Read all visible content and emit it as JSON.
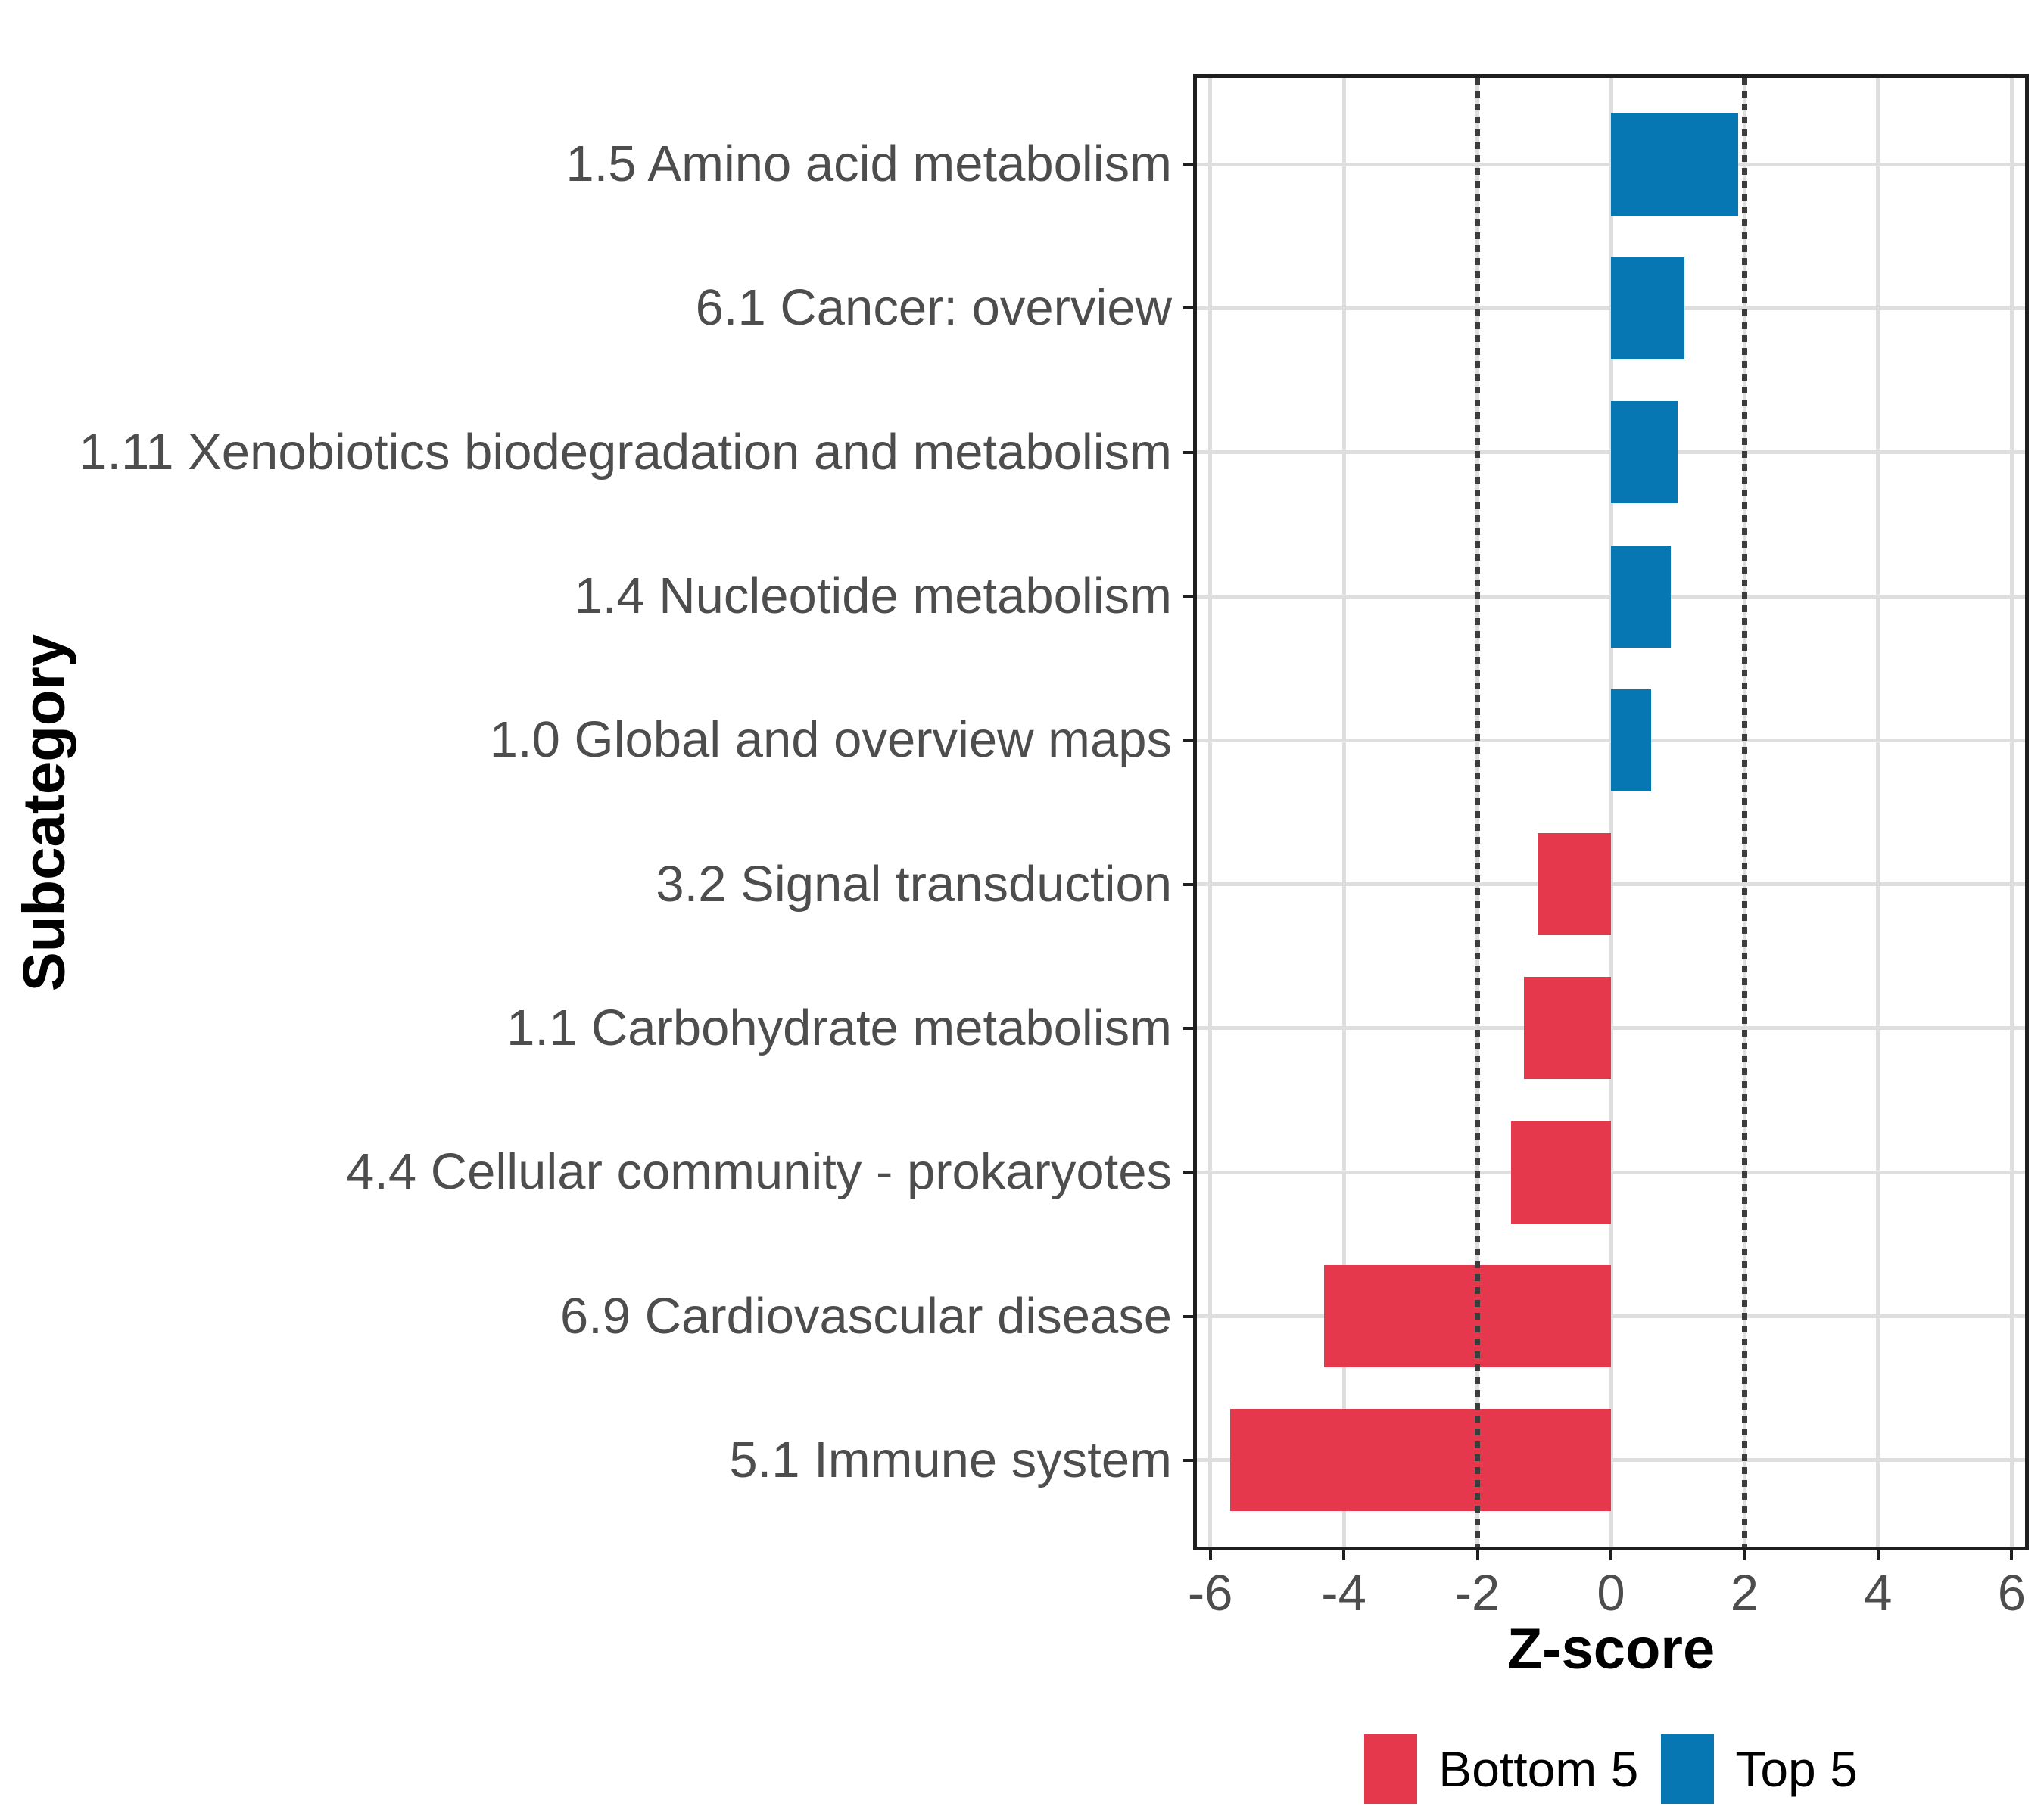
{
  "chart_data": {
    "type": "bar",
    "orientation": "horizontal",
    "xlabel": "Z-score",
    "ylabel": "Subcategory",
    "categories": [
      "1.5 Amino acid metabolism",
      "6.1 Cancer: overview",
      "1.11 Xenobiotics biodegradation and metabolism",
      "1.4 Nucleotide metabolism",
      "1.0 Global and overview maps",
      "3.2 Signal transduction",
      "1.1 Carbohydrate metabolism",
      "4.4 Cellular community - prokaryotes",
      "6.9 Cardiovascular disease",
      "5.1 Immune system"
    ],
    "values": [
      1.9,
      1.1,
      1.0,
      0.9,
      0.6,
      -1.1,
      -1.3,
      -1.5,
      -4.3,
      -5.7
    ],
    "groups": [
      "Top 5",
      "Top 5",
      "Top 5",
      "Top 5",
      "Top 5",
      "Bottom 5",
      "Bottom 5",
      "Bottom 5",
      "Bottom 5",
      "Bottom 5"
    ],
    "series": [
      {
        "name": "Bottom 5",
        "color": "#E5384C"
      },
      {
        "name": "Top 5",
        "color": "#0777B4"
      }
    ],
    "x_ticks": [
      -6,
      -4,
      -2,
      0,
      2,
      4,
      6
    ],
    "xlim": [
      -6.2,
      6.2
    ],
    "reference_lines": {
      "x": [
        -2,
        2
      ],
      "style": "dotted",
      "color": "#3c3c3c"
    },
    "grid": true,
    "bar_width_fraction": 0.71,
    "legend_position": "bottom"
  }
}
